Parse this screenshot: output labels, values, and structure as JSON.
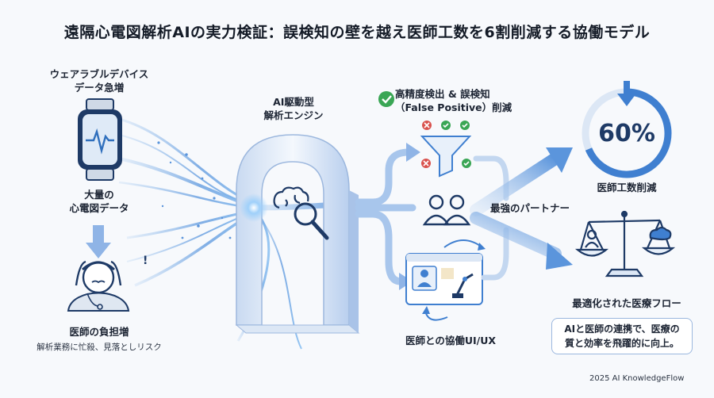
{
  "title": "遠隔心電図解析AIの実力検証：誤検知の壁を越え医師工数を6割削減する協働モデル",
  "left": {
    "wearable_line1": "ウェアラブルデバイス",
    "wearable_line2": "データ急増",
    "ecg_line1": "大量の",
    "ecg_line2": "心電図データ",
    "burden_title": "医師の負担増",
    "burden_sub": "解析業務に忙殺、見落としリスク"
  },
  "center": {
    "engine_line1": "AI駆動型",
    "engine_line2": "解析エンジン"
  },
  "outputs": {
    "detect_line1": "高精度検出 & 誤検知",
    "detect_line2": "（False Positive）削減",
    "partner": "最強のパートナー",
    "uiux": "医師との協働UI/UX"
  },
  "results": {
    "percent": "60%",
    "reduction": "医師工数削減",
    "flow": "最適化された医療フロー",
    "note_line1": "AIと医師の連携で、医療の",
    "note_line2": "質と効率を飛躍的に向上。"
  },
  "footer": "2025 AI KnowledgeFlow",
  "colors": {
    "accent_blue": "#3f7fd0",
    "dark_navy": "#1e3a66",
    "check_green": "#3aa655",
    "cross_red": "#d9534f"
  }
}
